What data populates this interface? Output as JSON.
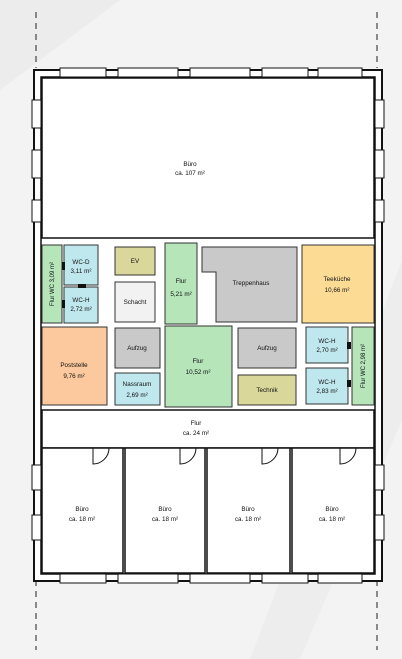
{
  "rooms": {
    "buero_top": {
      "name": "Büro",
      "area": "ca. 107 m²",
      "color": "#ffffff"
    },
    "flur_wc_left": {
      "name": "Flur WC 3,09 m²",
      "color": "#b5e5b9"
    },
    "wc_d": {
      "name": "WC-D",
      "area": "3,11 m²",
      "color": "#bfe8ee"
    },
    "wc_h_left": {
      "name": "WC-H",
      "area": "2,72 m²",
      "color": "#bfe8ee"
    },
    "ev": {
      "name": "EV",
      "color": "#d9d79a"
    },
    "schacht": {
      "name": "Schacht",
      "color": "#f2f2f2"
    },
    "flur_small": {
      "name": "Flur",
      "area": "5,21 m²",
      "color": "#b5e5b9"
    },
    "treppenhaus": {
      "name": "Treppenhaus",
      "color": "#c9c9c9"
    },
    "teekueche": {
      "name": "Teeküche",
      "area": "10,66 m²",
      "color": "#fcdc95"
    },
    "poststelle": {
      "name": "Poststelle",
      "area": "9,76 m²",
      "color": "#fbc99d"
    },
    "aufzug_left": {
      "name": "Aufzug",
      "color": "#c9c9c9"
    },
    "nassraum": {
      "name": "Nassraum",
      "area": "2,69 m²",
      "color": "#bfe8ee"
    },
    "flur_center": {
      "name": "Flur",
      "area": "10,52 m²",
      "color": "#b5e5b9"
    },
    "aufzug_right": {
      "name": "Aufzug",
      "color": "#c9c9c9"
    },
    "technik": {
      "name": "Technik",
      "color": "#d9d79a"
    },
    "wc_h_r1": {
      "name": "WC-H",
      "area": "2,70 m²",
      "color": "#bfe8ee"
    },
    "wc_h_r2": {
      "name": "WC-H",
      "area": "2,83 m²",
      "color": "#bfe8ee"
    },
    "flur_wc_right": {
      "name": "Flur WC 2,98 m²",
      "color": "#b5e5b9"
    },
    "flur_corridor": {
      "name": "Flur",
      "area": "ca. 24 m²",
      "color": "#ffffff"
    },
    "buero_1": {
      "name": "Büro",
      "area": "ca. 18 m²",
      "color": "#ffffff"
    },
    "buero_2": {
      "name": "Büro",
      "area": "ca. 18 m²",
      "color": "#ffffff"
    },
    "buero_3": {
      "name": "Büro",
      "area": "ca. 18 m²",
      "color": "#ffffff"
    },
    "buero_4": {
      "name": "Büro",
      "area": "ca. 18 m²",
      "color": "#ffffff"
    }
  },
  "colors": {
    "wall": "#111111",
    "grid_line": "#222222",
    "background": "#f3f3f3"
  }
}
